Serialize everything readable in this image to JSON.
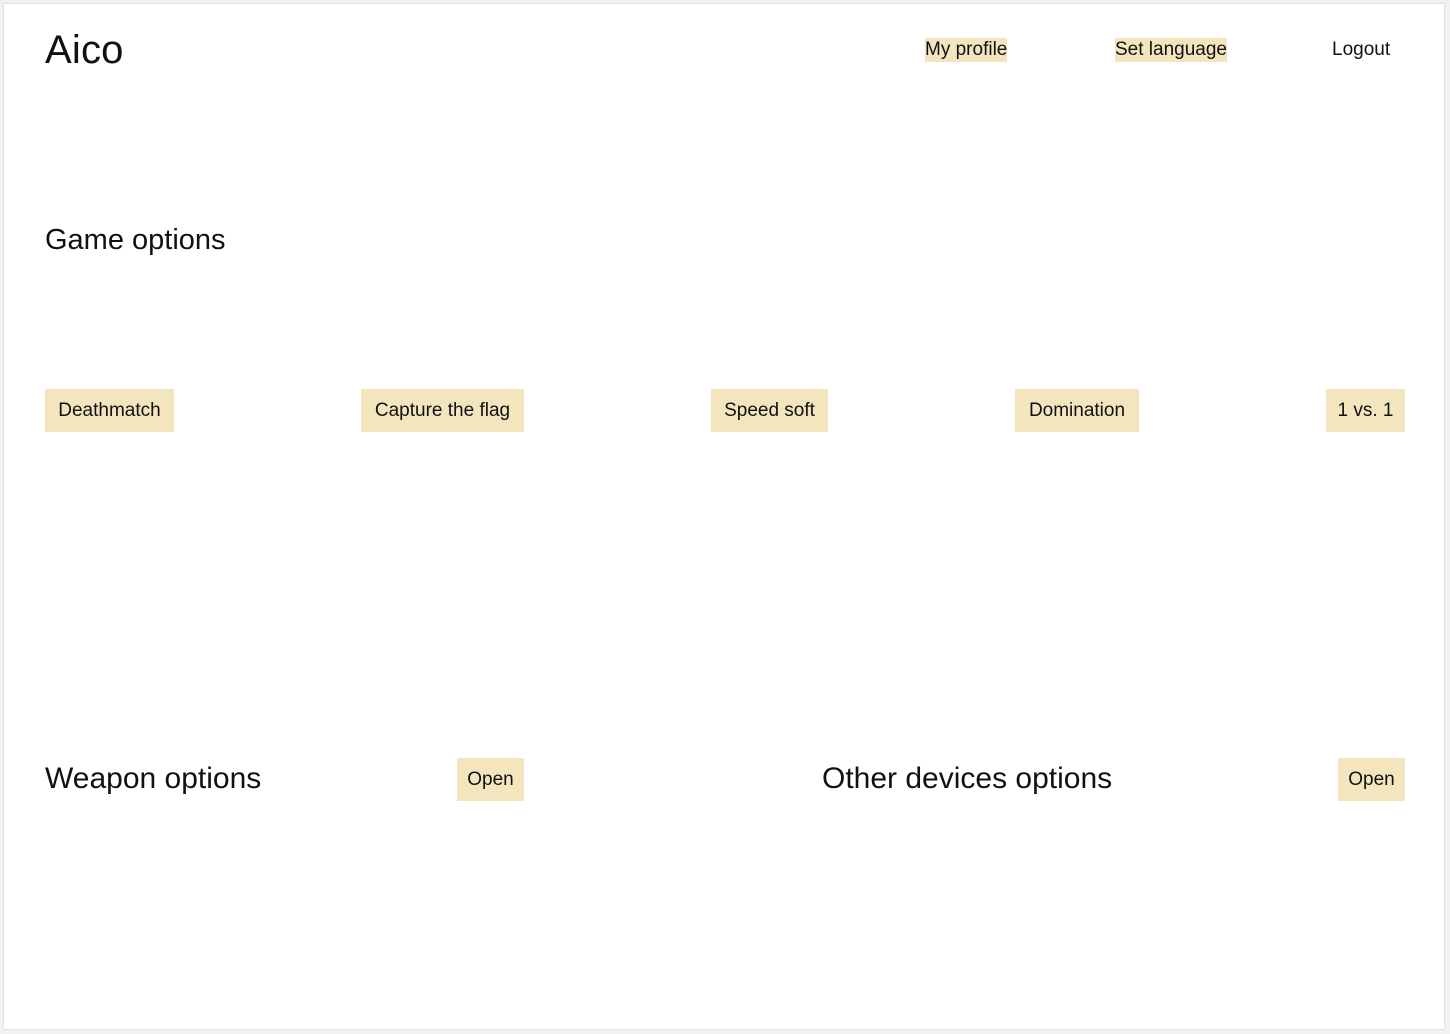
{
  "header": {
    "title": "Aico",
    "nav": {
      "profile": "My profile",
      "language": "Set language",
      "logout": "Logout"
    }
  },
  "game_options": {
    "heading": "Game options",
    "modes": [
      "Deathmatch",
      "Capture the flag",
      "Speed soft",
      "Domination",
      "1 vs. 1"
    ]
  },
  "weapon_options": {
    "heading": "Weapon options",
    "open_label": "Open"
  },
  "other_devices_options": {
    "heading": "Other devices options",
    "open_label": "Open"
  },
  "colors": {
    "highlight": "#f3e5bd",
    "text": "#111111",
    "background": "#ffffff"
  }
}
